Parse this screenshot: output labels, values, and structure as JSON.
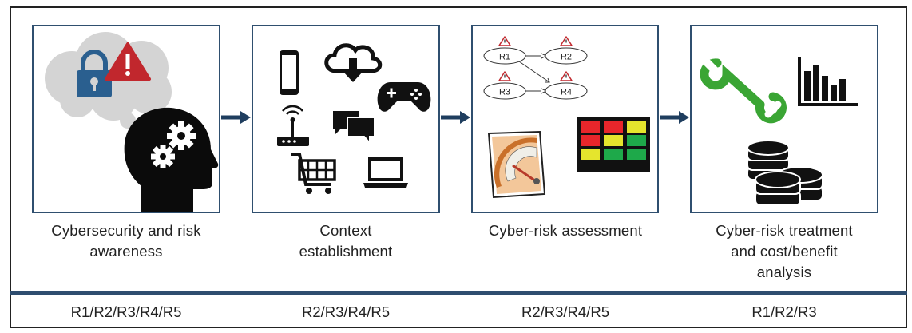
{
  "stages": [
    {
      "caption_lines": [
        "Cybersecurity and risk",
        "awareness"
      ],
      "requirements": "R1/R2/R3/R4/R5"
    },
    {
      "caption_lines": [
        "Context",
        "establishment"
      ],
      "requirements": "R2/R3/R4/R5"
    },
    {
      "caption_lines": [
        "Cyber-risk assessment"
      ],
      "requirements": "R2/R3/R4/R5"
    },
    {
      "caption_lines": [
        "Cyber-risk treatment",
        "and cost/benefit",
        "analysis"
      ],
      "requirements": "R1/R2/R3"
    }
  ],
  "risk_graph": {
    "nodes": [
      "R1",
      "R2",
      "R3",
      "R4"
    ]
  },
  "colors": {
    "box_border": "#2f4f6f",
    "arrow": "#1f3e5f",
    "lock": "#2a5f8f",
    "warning": "#c1272d",
    "wrench": "#3aa534",
    "cloud": "#d4d4d4",
    "heat_red": "#e8262b",
    "heat_yellow": "#e5e52d",
    "heat_green": "#1ea94a"
  },
  "icons": [
    "lock-icon",
    "warning-icon",
    "head-gears-icon",
    "smartphone-icon",
    "cloud-download-icon",
    "gamepad-icon",
    "router-icon",
    "chat-icon",
    "shopping-cart-icon",
    "laptop-icon",
    "risk-graph",
    "gauge-icon",
    "heatmap-icon",
    "wrench-icon",
    "bar-chart-icon",
    "coins-icon"
  ]
}
